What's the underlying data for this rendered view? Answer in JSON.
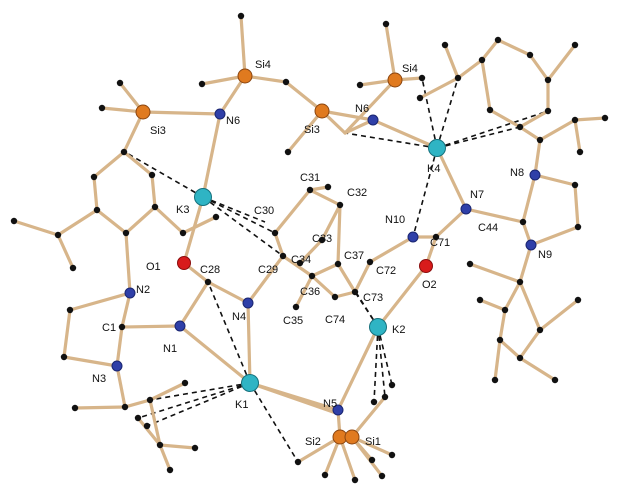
{
  "colors": {
    "carbon": "#111111",
    "nitrogen": "#2f3fa8",
    "oxygen": "#d81b1b",
    "potassium": "#2fb4c4",
    "silicon": "#e07a1f",
    "bond": "#d7b58a",
    "contact": "#111111"
  },
  "labels": {
    "Si4a": "Si4",
    "Si3a": "Si3",
    "N6a": "N6",
    "Si4b": "Si4",
    "Si3b": "Si3",
    "N6b": "N6",
    "K4": "K4",
    "N8": "N8",
    "N7": "N7",
    "C44": "C44",
    "N9": "N9",
    "N10": "N10",
    "C71": "C71",
    "O2": "O2",
    "K3": "K3",
    "C31": "C31",
    "C32": "C32",
    "C30": "C30",
    "C33": "C33",
    "C29": "C29",
    "C34": "C34",
    "C37": "C37",
    "C72": "C72",
    "O1": "O1",
    "C28": "C28",
    "N4": "N4",
    "C36": "C36",
    "C73": "C73",
    "C35": "C35",
    "C74": "C74",
    "K2": "K2",
    "N2": "N2",
    "C1": "C1",
    "N1": "N1",
    "N3": "N3",
    "K1": "K1",
    "N5": "N5",
    "Si2": "Si2",
    "Si1": "Si1"
  }
}
